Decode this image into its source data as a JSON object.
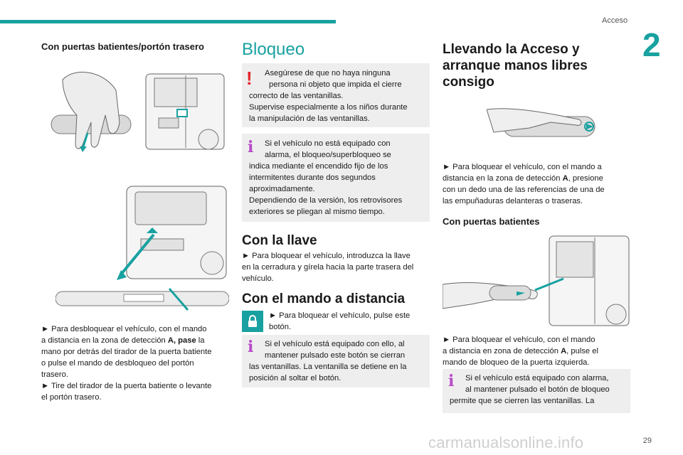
{
  "header": {
    "section": "Acceso",
    "chapter": "2",
    "page_number": "29"
  },
  "watermark": "carmanualsonline.info",
  "col1": {
    "heading": "Con puertas batientes/portón trasero",
    "lines": [
      "► Para desbloquear el vehículo, con el mando",
      "a distancia en la zona de detección ",
      "mano por detrás del tirador de la puerta batiente",
      "o pulse el mando de desbloqueo del portón",
      "trasero.",
      "► Tire del tirador de la puerta batiente o levante",
      "el portón trasero."
    ],
    "bold_segment": "A, pase",
    "after_bold": " la"
  },
  "col2": {
    "title": "Bloqueo",
    "warn_lines": [
      "Asegúrese de que no haya ninguna",
      "persona ni objeto que impida el cierre",
      "correcto de las ventanillas.",
      "Supervise especialmente a los niños durante",
      "la manipulación de las ventanillas."
    ],
    "info1_lines": [
      "Si el vehículo no está equipado con",
      "alarma, el bloqueo/superbloqueo se",
      "indica mediante el encendido fijo de los",
      "intermitentes durante dos segundos",
      "aproximadamente.",
      "Dependiendo de la versión, los retrovisores",
      "exteriores se pliegan al mismo tiempo."
    ],
    "key_heading": "Con la llave",
    "key_lines": [
      "► Para bloquear el vehículo, introduzca la llave",
      "en la cerradura y gírela hacia la parte trasera del",
      "vehículo."
    ],
    "remote_heading": "Con el mando a distancia",
    "remote_lines": [
      "► Para bloquear el vehículo, pulse este",
      "botón."
    ],
    "info2_lines": [
      "Si el vehículo está equipado con ello, al",
      "mantener pulsado este botón se cierran",
      "las ventanillas. La ventanilla se detiene en la",
      "posición al soltar el botón."
    ]
  },
  "col3": {
    "title_lines": [
      "Llevando la Acceso y",
      "arranque manos libres",
      "consigo"
    ],
    "p1_lines": [
      "► Para bloquear el vehículo, con el mando a",
      "distancia en la zona de detección ",
      "con un dedo una de las referencias de una de",
      "las empuñaduras delanteras o traseras."
    ],
    "p1_bold": "A",
    "p1_after": ", presione",
    "sub_heading": "Con puertas batientes",
    "p2_lines": [
      "► Para bloquear el vehículo, con el mando",
      "a distancia en zona de detección ",
      "mando de bloqueo de la puerta izquierda."
    ],
    "p2_bold": "A",
    "p2_after": ", pulse el",
    "info_lines": [
      "Si el vehículo está equipado con alarma,",
      "al mantener pulsado el botón de bloqueo",
      "permite que se cierren las ventanillas. La"
    ]
  }
}
